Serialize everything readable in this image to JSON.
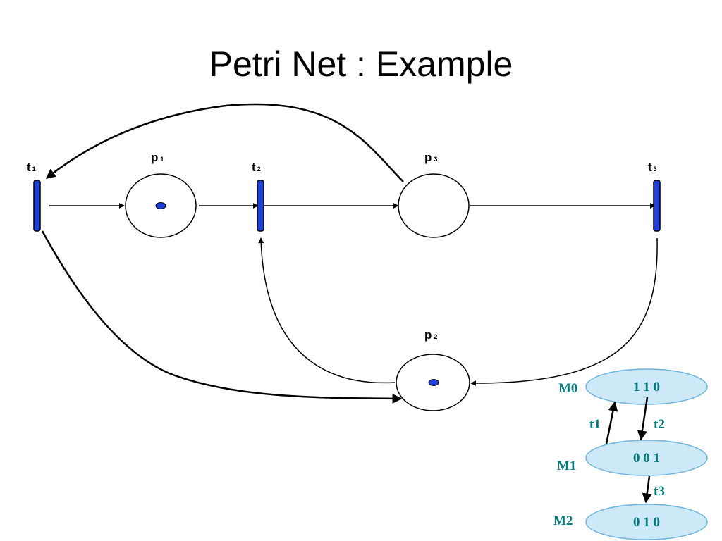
{
  "title": "Petri Net : Example",
  "petri_net": {
    "places": [
      {
        "id": "p1",
        "label": "p",
        "subscript": "1",
        "tokens": 1
      },
      {
        "id": "p2",
        "label": "p",
        "subscript": "2",
        "tokens": 1
      },
      {
        "id": "p3",
        "label": "p",
        "subscript": "3",
        "tokens": 0
      }
    ],
    "transitions": [
      {
        "id": "t1",
        "label": "t",
        "subscript": "1"
      },
      {
        "id": "t2",
        "label": "t",
        "subscript": "2"
      },
      {
        "id": "t3",
        "label": "t",
        "subscript": "3"
      }
    ],
    "arcs": [
      {
        "from": "t1",
        "to": "p1"
      },
      {
        "from": "p1",
        "to": "t2"
      },
      {
        "from": "t2",
        "to": "p3"
      },
      {
        "from": "p3",
        "to": "t3"
      },
      {
        "from": "p3",
        "to": "t1"
      },
      {
        "from": "t1",
        "to": "p2"
      },
      {
        "from": "p2",
        "to": "t2"
      },
      {
        "from": "t3",
        "to": "p2"
      }
    ],
    "colors": {
      "transition": "#1f3fd6",
      "token": "#1f3fd6",
      "stroke": "#000000"
    }
  },
  "reachability_graph": {
    "markings": [
      {
        "name": "M0",
        "state": "1 1 0"
      },
      {
        "name": "M1",
        "state": "0 0 1"
      },
      {
        "name": "M2",
        "state": "0 1 0"
      }
    ],
    "edges": [
      {
        "label": "t1",
        "from": "M1",
        "to": "M0"
      },
      {
        "label": "t2",
        "from": "M0",
        "to": "M1"
      },
      {
        "label": "t3",
        "from": "M1",
        "to": "M2"
      }
    ],
    "colors": {
      "fill": "#cde8f6",
      "text": "#007a7a"
    }
  }
}
